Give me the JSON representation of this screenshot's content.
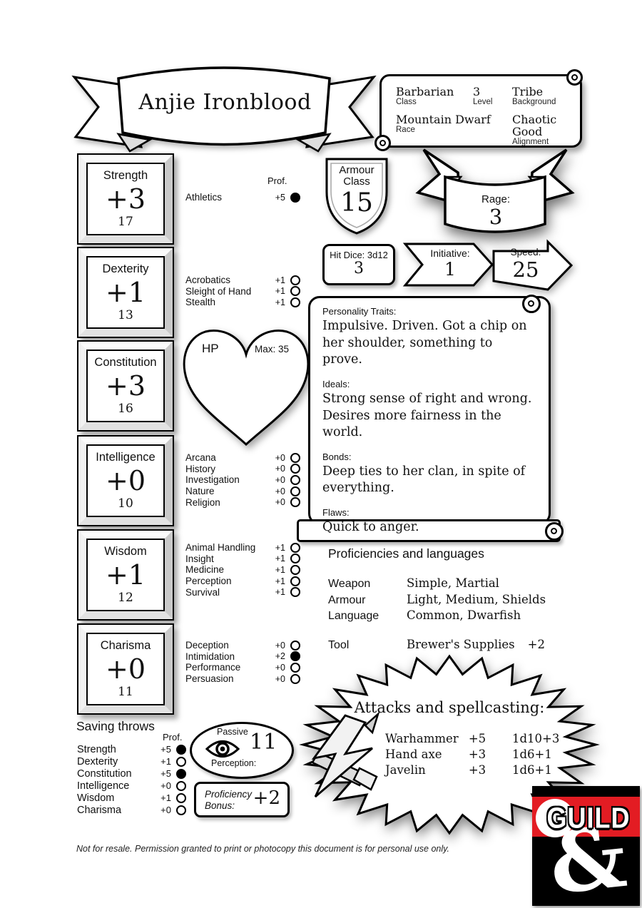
{
  "character": {
    "name": "Anjie Ironblood",
    "class_value": "Barbarian",
    "class_label": "Class",
    "level_value": "3",
    "level_label": "Level",
    "background_value": "Tribe",
    "background_label": "Background",
    "race_value": "Mountain Dwarf",
    "race_label": "Race",
    "alignment_value": "Chaotic Good",
    "alignment_label": "Alignment"
  },
  "abilities": [
    {
      "name": "Strength",
      "mod": "+3",
      "score": "17"
    },
    {
      "name": "Dexterity",
      "mod": "+1",
      "score": "13"
    },
    {
      "name": "Constitution",
      "mod": "+3",
      "score": "16"
    },
    {
      "name": "Intelligence",
      "mod": "+0",
      "score": "10"
    },
    {
      "name": "Wisdom",
      "mod": "+1",
      "score": "12"
    },
    {
      "name": "Charisma",
      "mod": "+0",
      "score": "11"
    }
  ],
  "skills": {
    "prof_label": "Prof.",
    "strength": [
      {
        "name": "Athletics",
        "mod": "+5",
        "prof": true
      }
    ],
    "dexterity": [
      {
        "name": "Acrobatics",
        "mod": "+1",
        "prof": false
      },
      {
        "name": "Sleight of Hand",
        "mod": "+1",
        "prof": false
      },
      {
        "name": "Stealth",
        "mod": "+1",
        "prof": false
      }
    ],
    "intelligence": [
      {
        "name": "Arcana",
        "mod": "+0",
        "prof": false
      },
      {
        "name": "History",
        "mod": "+0",
        "prof": false
      },
      {
        "name": "Investigation",
        "mod": "+0",
        "prof": false
      },
      {
        "name": "Nature",
        "mod": "+0",
        "prof": false
      },
      {
        "name": "Religion",
        "mod": "+0",
        "prof": false
      }
    ],
    "wisdom": [
      {
        "name": "Animal Handling",
        "mod": "+1",
        "prof": false
      },
      {
        "name": "Insight",
        "mod": "+1",
        "prof": false
      },
      {
        "name": "Medicine",
        "mod": "+1",
        "prof": false
      },
      {
        "name": "Perception",
        "mod": "+1",
        "prof": false
      },
      {
        "name": "Survival",
        "mod": "+1",
        "prof": false
      }
    ],
    "charisma": [
      {
        "name": "Deception",
        "mod": "+0",
        "prof": false
      },
      {
        "name": "Intimidation",
        "mod": "+2",
        "prof": true
      },
      {
        "name": "Performance",
        "mod": "+0",
        "prof": false
      },
      {
        "name": "Persuasion",
        "mod": "+0",
        "prof": false
      }
    ]
  },
  "combat": {
    "armour_class": {
      "label_line1": "Armour",
      "label_line2": "Class",
      "value": "15"
    },
    "rage": {
      "label": "Rage:",
      "value": "3"
    },
    "hit_dice": {
      "label": "Hit Dice: 3d12",
      "value": "3"
    },
    "initiative": {
      "label": "Initiative:",
      "value": "1"
    },
    "speed": {
      "label": "Speed:",
      "value": "25"
    },
    "hp": {
      "label": "HP",
      "max_label": "Max: 35"
    }
  },
  "personality": {
    "traits_label": "Personality Traits:",
    "traits": "Impulsive. Driven. Got a chip on her shoulder, something to prove.",
    "ideals_label": "Ideals:",
    "ideals": "Strong sense of right and wrong. Desires more fairness in the world.",
    "bonds_label": "Bonds:",
    "bonds": "Deep ties to her clan, in spite of everything.",
    "flaws_label": "Flaws:",
    "flaws": "Quick to anger."
  },
  "proficiencies": {
    "title": "Proficiencies and languages",
    "rows": [
      {
        "label": "Weapon",
        "value": "Simple, Martial"
      },
      {
        "label": "Armour",
        "value": "Light, Medium, Shields"
      },
      {
        "label": "Language",
        "value": "Common, Dwarfish"
      }
    ],
    "tool": {
      "label": "Tool",
      "value": "Brewer's Supplies",
      "bonus": "+2"
    }
  },
  "attacks": {
    "title": "Attacks and spellcasting:",
    "rows": [
      {
        "name": "Warhammer",
        "bonus": "+5",
        "damage": "1d10+3"
      },
      {
        "name": "Hand axe",
        "bonus": "+3",
        "damage": "1d6+1"
      },
      {
        "name": "Javelin",
        "bonus": "+3",
        "damage": "1d6+1"
      }
    ]
  },
  "saving_throws": {
    "title": "Saving throws",
    "prof_label": "Prof.",
    "rows": [
      {
        "name": "Strength",
        "mod": "+5",
        "prof": true
      },
      {
        "name": "Dexterity",
        "mod": "+1",
        "prof": false
      },
      {
        "name": "Constitution",
        "mod": "+5",
        "prof": true
      },
      {
        "name": "Intelligence",
        "mod": "+0",
        "prof": false
      },
      {
        "name": "Wisdom",
        "mod": "+1",
        "prof": false
      },
      {
        "name": "Charisma",
        "mod": "+0",
        "prof": false
      }
    ]
  },
  "passive_perception": {
    "top_label": "Passive",
    "bottom_label": "Perception:",
    "value": "11"
  },
  "proficiency_bonus": {
    "label": "Proficiency Bonus:",
    "value": "+2"
  },
  "logo": {
    "text": "GUILD",
    "red": "#e31c23"
  },
  "footer": "Not for resale. Permission granted to print or photocopy this document is for personal use only."
}
